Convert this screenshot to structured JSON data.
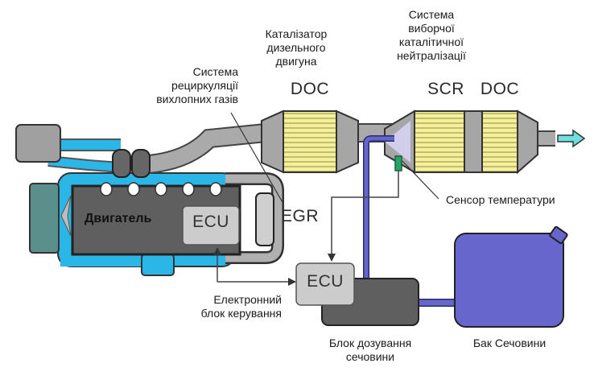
{
  "labels": {
    "doc_catalyst": "Каталізатор\nдизельного\nдвигуна",
    "doc_short": "DOC",
    "scr_system": "Система\nвиборчої\nкаталітичної\nнейтралізації",
    "scr_short": "SCR",
    "doc2_short": "DOC",
    "egr_system": "Система\nрециркуляції\nвихлопних газів",
    "egr_short": "EGR",
    "temp_sensor": "Сенсор температури",
    "engine": "Двигатель",
    "ecu_engine": "ECU",
    "ecu_unit": "ECU",
    "ecu_desc": "Електронний\nблок керування",
    "dosing_unit": "Блок дозування\nсечовини",
    "urea_tank": "Бак Сечовини"
  },
  "colors": {
    "pipe_gray": "#aaaaaa",
    "pipe_stroke": "#555555",
    "catalyst_yellow": "#f2ee9b",
    "coolant_blue": "#2bb6e8",
    "radiator_teal": "#5b8f8c",
    "engine_dark": "#5f5f5f",
    "urea_blue": "#6666cc",
    "sensor_green": "#2aa36b",
    "outlet_cyan": "#6fe0df"
  },
  "icons": {
    "outlet": "exhaust-outlet-arrow-icon",
    "fan": "fan-icon"
  }
}
